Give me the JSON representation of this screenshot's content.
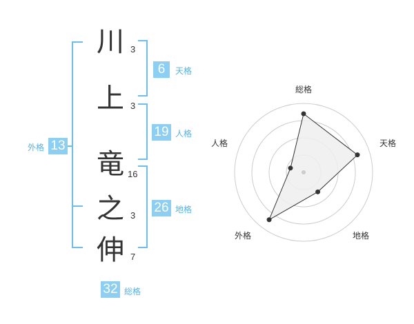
{
  "name_chars": [
    {
      "char": "川",
      "strokes": "3"
    },
    {
      "char": "上",
      "strokes": "3"
    },
    {
      "char": "竜",
      "strokes": "16"
    },
    {
      "char": "之",
      "strokes": "3"
    },
    {
      "char": "伸",
      "strokes": "7"
    }
  ],
  "fortunes": {
    "tenkaku": {
      "value": "6",
      "label": "天格"
    },
    "jinkaku": {
      "value": "19",
      "label": "人格"
    },
    "chikaku": {
      "value": "26",
      "label": "地格"
    },
    "gaikaku": {
      "value": "13",
      "label": "外格"
    },
    "soukaku": {
      "value": "32",
      "label": "総格"
    }
  },
  "colors": {
    "accent": "#8ccff5",
    "bracket": "#6cbef0",
    "label": "#55b3ea"
  },
  "chart_data": {
    "type": "radar",
    "axes": [
      "総格",
      "天格",
      "地格",
      "外格",
      "人格"
    ],
    "values": [
      0.85,
      0.82,
      0.35,
      0.85,
      0.2
    ],
    "range": [
      0,
      1
    ],
    "rings": 4,
    "fill": "#eeeeee",
    "stroke": "#333333"
  }
}
